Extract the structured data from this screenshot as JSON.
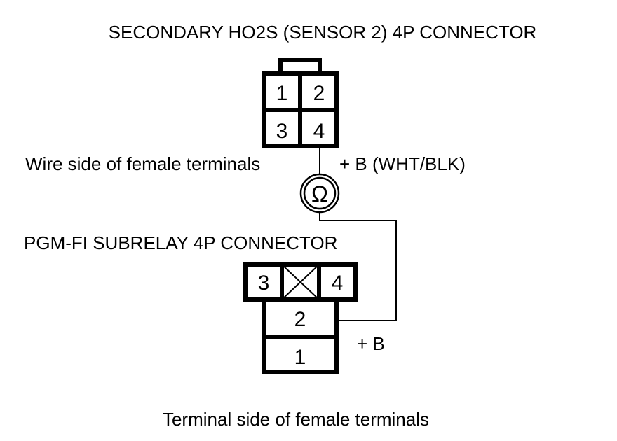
{
  "upper_connector": {
    "title": "SECONDARY HO2S (SENSOR 2) 4P CONNECTOR",
    "pins": [
      "1",
      "2",
      "3",
      "4"
    ],
    "view_label": "Wire side of female terminals",
    "wire_label": "+ B (WHT/BLK)"
  },
  "meter": {
    "symbol": "Ω"
  },
  "lower_connector": {
    "title": "PGM-FI SUBRELAY 4P CONNECTOR",
    "pins": [
      "3",
      "4",
      "2",
      "1"
    ],
    "pin_label": "+ B",
    "view_label": "Terminal side of female terminals"
  },
  "colors": {
    "line": "#000000",
    "background": "#ffffff"
  }
}
